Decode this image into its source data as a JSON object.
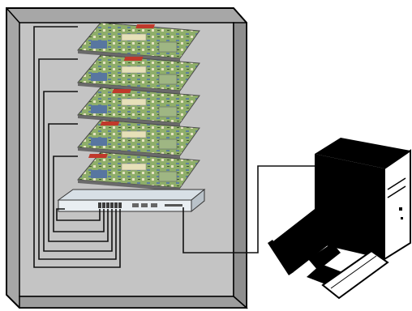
{
  "diagram": {
    "rack": {
      "board_count": 5,
      "switch_port_count": 6
    },
    "workstation": {
      "parts": [
        "tower",
        "monitor",
        "keyboard"
      ]
    },
    "icons": [
      "rack-cabinet-icon",
      "circuit-board-icon",
      "network-switch-icon",
      "computer-tower-icon",
      "monitor-icon",
      "keyboard-icon"
    ],
    "colors": {
      "rack_fill": "#c0c0c0",
      "rack_side": "#9a9a9a",
      "board_green": "#7fa05c",
      "board_blue": "#6f8fb4",
      "cable": "#111111",
      "computer": "#000000"
    }
  }
}
